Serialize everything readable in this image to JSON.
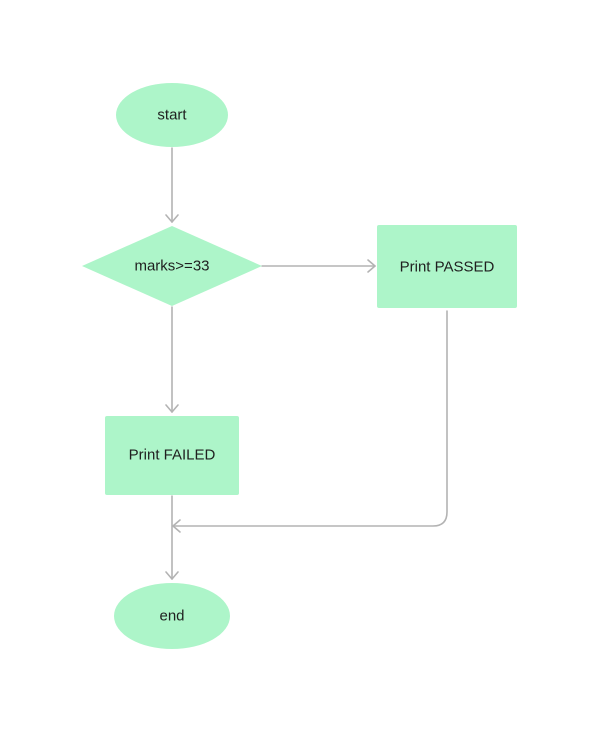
{
  "diagram": {
    "node_fill": "#adf5c9",
    "connector_color": "#b3b3b3",
    "text_color": "#1f1f1f",
    "nodes": {
      "start": {
        "shape": "ellipse",
        "label": "start"
      },
      "decision": {
        "shape": "diamond",
        "label": "marks>=33"
      },
      "passed": {
        "shape": "rectangle",
        "label": "Print PASSED"
      },
      "failed": {
        "shape": "rectangle",
        "label": "Print FAILED"
      },
      "end": {
        "shape": "ellipse",
        "label": "end"
      }
    },
    "edges": [
      {
        "from": "start",
        "to": "decision"
      },
      {
        "from": "decision",
        "to": "passed"
      },
      {
        "from": "decision",
        "to": "failed"
      },
      {
        "from": "passed",
        "to": "end"
      },
      {
        "from": "failed",
        "to": "end"
      }
    ]
  }
}
